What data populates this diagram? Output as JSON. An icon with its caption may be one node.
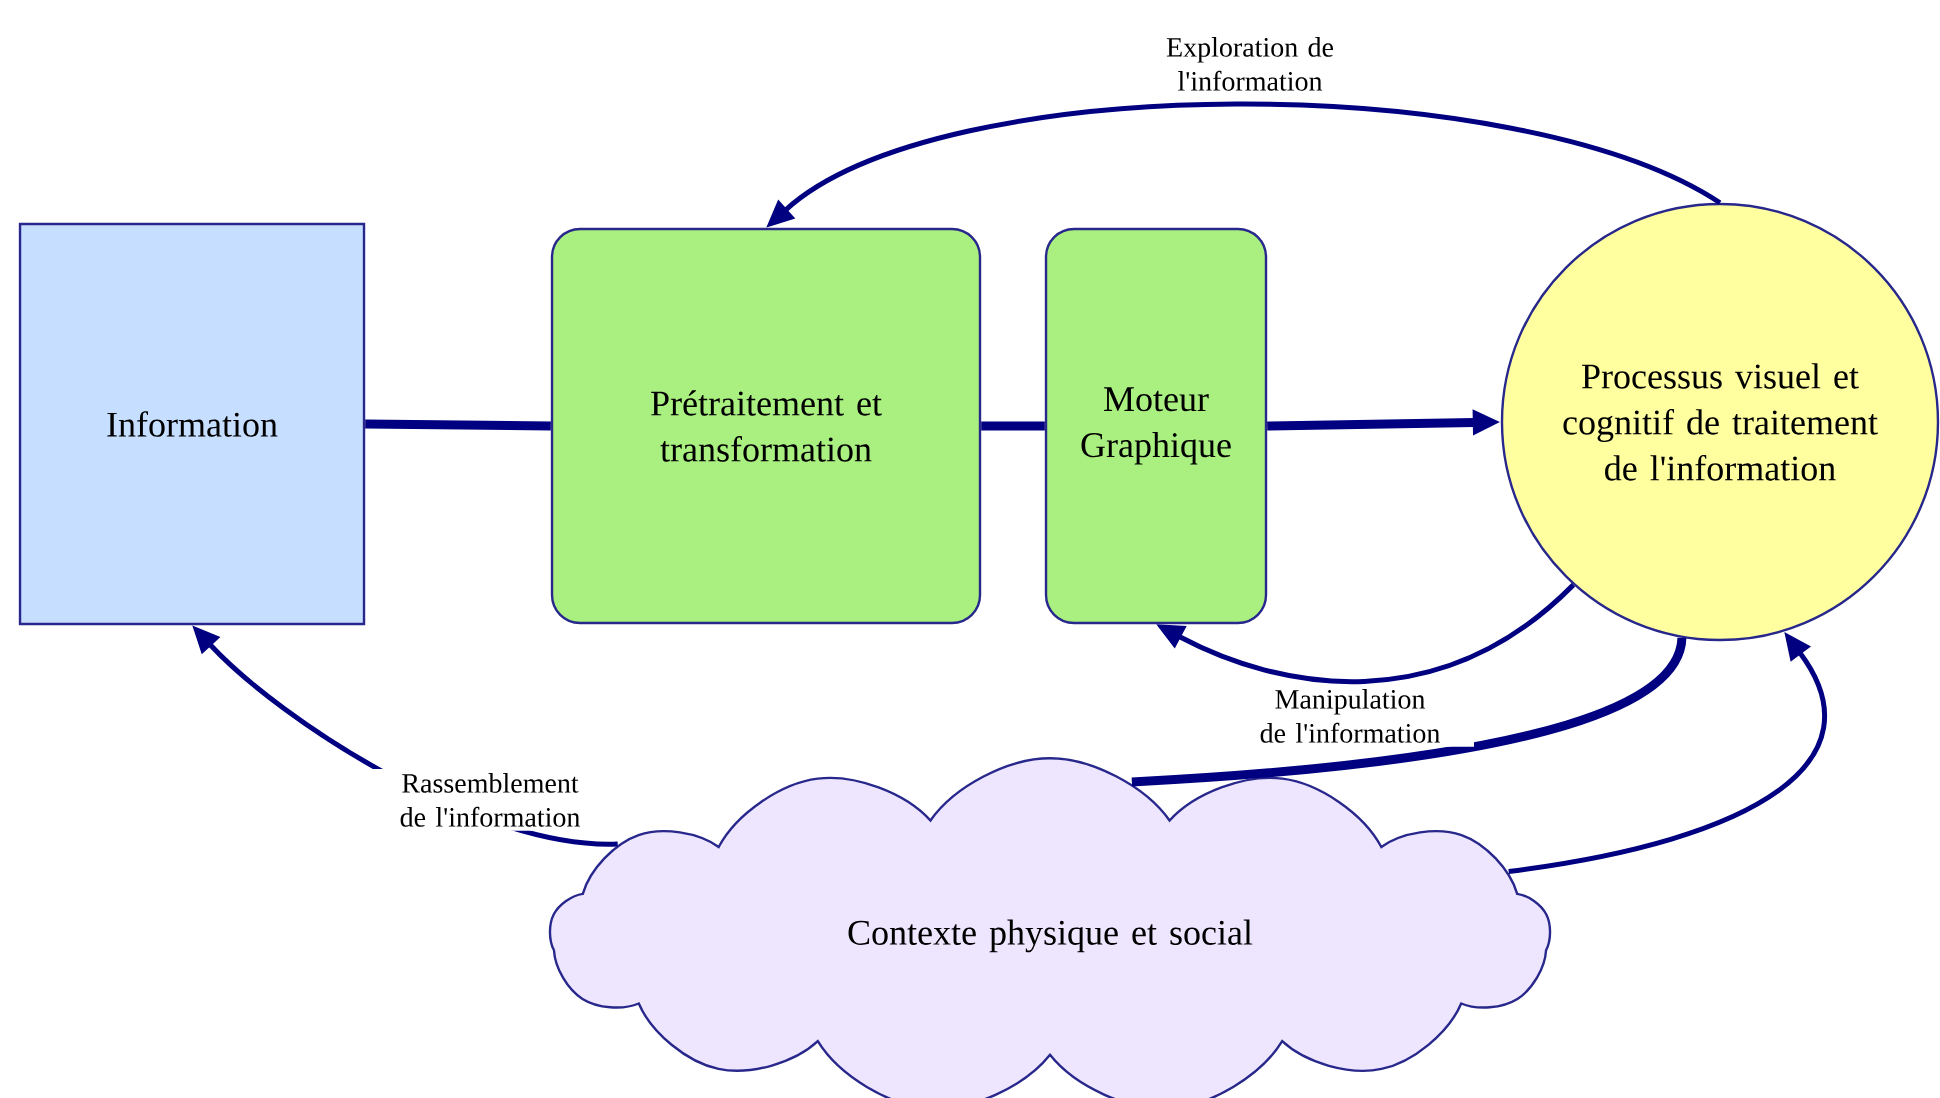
{
  "diagram": {
    "nodes": [
      {
        "text": [
          "Information"
        ]
      },
      {
        "text": [
          "Prétraitement et transformation"
        ]
      },
      {
        "text": [
          "Moteur Graphique"
        ]
      },
      {
        "text": [
          "Processus visuel et cognitif de traitement de l'information"
        ]
      },
      {
        "text": [
          "Contexte physique et social"
        ]
      }
    ],
    "edges": [
      {
        "from": 0,
        "to": 1,
        "arrow": "none",
        "style": "thick"
      },
      {
        "from": 1,
        "to": 2,
        "arrow": "none",
        "style": "thick"
      },
      {
        "from": 2,
        "to": 3,
        "arrow": "to",
        "style": "thick"
      },
      {
        "from": 3,
        "to": 1,
        "arrow": "to",
        "label": "Exploration de l'information"
      },
      {
        "from": 3,
        "to": 2,
        "arrow": "to",
        "label": "Manipulation de l'information"
      },
      {
        "from": 4,
        "to": 0,
        "arrow": "to",
        "label": "Rassemblement de l'information"
      },
      {
        "from": 4,
        "to": 3,
        "arrow": "none",
        "style": "thick"
      },
      {
        "from": 4,
        "to": 3,
        "arrow": "to"
      }
    ]
  }
}
